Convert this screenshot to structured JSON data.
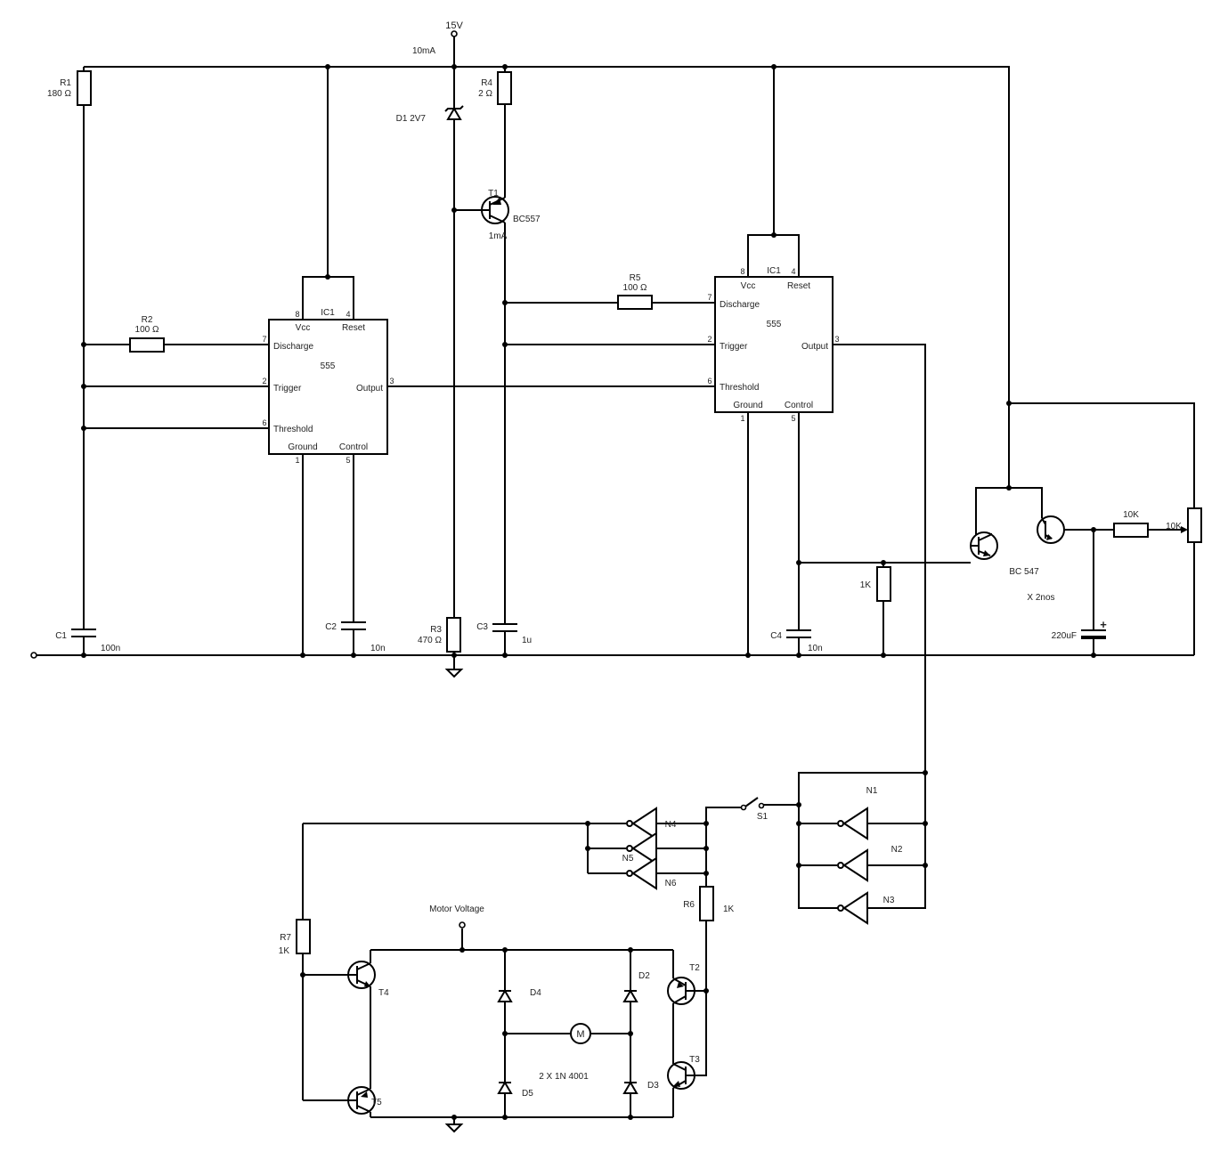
{
  "supply": {
    "label": "15V",
    "current": "10mA"
  },
  "r1": {
    "name": "R1",
    "value": "180 Ω"
  },
  "r2": {
    "name": "R2",
    "value": "100 Ω"
  },
  "r3": {
    "name": "R3",
    "value": "470 Ω"
  },
  "r4": {
    "name": "R4",
    "value": "2 Ω"
  },
  "r5": {
    "name": "R5",
    "value": "100 Ω"
  },
  "r6": {
    "name": "R6",
    "value": "1K"
  },
  "r7": {
    "name": "R7",
    "value": "1K"
  },
  "d1": {
    "label": "D1 2V7"
  },
  "t1": {
    "name": "T1",
    "part": "BC557",
    "current": "1mA"
  },
  "c1": {
    "name": "C1",
    "value": "100n"
  },
  "c2": {
    "name": "C2",
    "value": "10n"
  },
  "c3": {
    "name": "C3",
    "value": "1u"
  },
  "c4": {
    "name": "C4",
    "value": "10n"
  },
  "ic_left": {
    "name": "IC1",
    "part": "555",
    "vcc": "Vcc",
    "reset": "Reset",
    "discharge": "Discharge",
    "trigger": "Trigger",
    "threshold": "Threshold",
    "output": "Output",
    "ground": "Ground",
    "control": "Control",
    "pin8": "8",
    "pin4": "4",
    "pin7": "7",
    "pin2": "2",
    "pin6": "6",
    "pin3": "3",
    "pin1": "1",
    "pin5": "5"
  },
  "ic_right": {
    "name": "IC1",
    "part": "555",
    "vcc": "Vcc",
    "reset": "Reset",
    "discharge": "Discharge",
    "trigger": "Trigger",
    "threshold": "Threshold",
    "output": "Output",
    "ground": "Ground",
    "control": "Control",
    "pin8": "8",
    "pin4": "4",
    "pin7": "7",
    "pin2": "2",
    "pin6": "6",
    "pin3": "3",
    "pin1": "1",
    "pin5": "5"
  },
  "darlington": {
    "part": "BC 547",
    "qty": "X  2nos"
  },
  "r_1k": {
    "value": "1K"
  },
  "r_10k": {
    "value": "10K"
  },
  "pot": {
    "value": "10K"
  },
  "c_220": {
    "value": "220uF"
  },
  "s1": {
    "name": "S1"
  },
  "gates": {
    "n1": "N1",
    "n2": "N2",
    "n3": "N3",
    "n4": "N4",
    "n5": "N5",
    "n6": "N6"
  },
  "motor": {
    "voltage_label": "Motor Voltage",
    "symbol": "M",
    "diodes_note": "2 X 1N 4001"
  },
  "t2": {
    "name": "T2"
  },
  "t3": {
    "name": "T3"
  },
  "t4": {
    "name": "T4"
  },
  "t5": {
    "name": "T5"
  },
  "d2": {
    "name": "D2"
  },
  "d3": {
    "name": "D3"
  },
  "d4": {
    "name": "D4"
  },
  "d5": {
    "name": "D5"
  }
}
